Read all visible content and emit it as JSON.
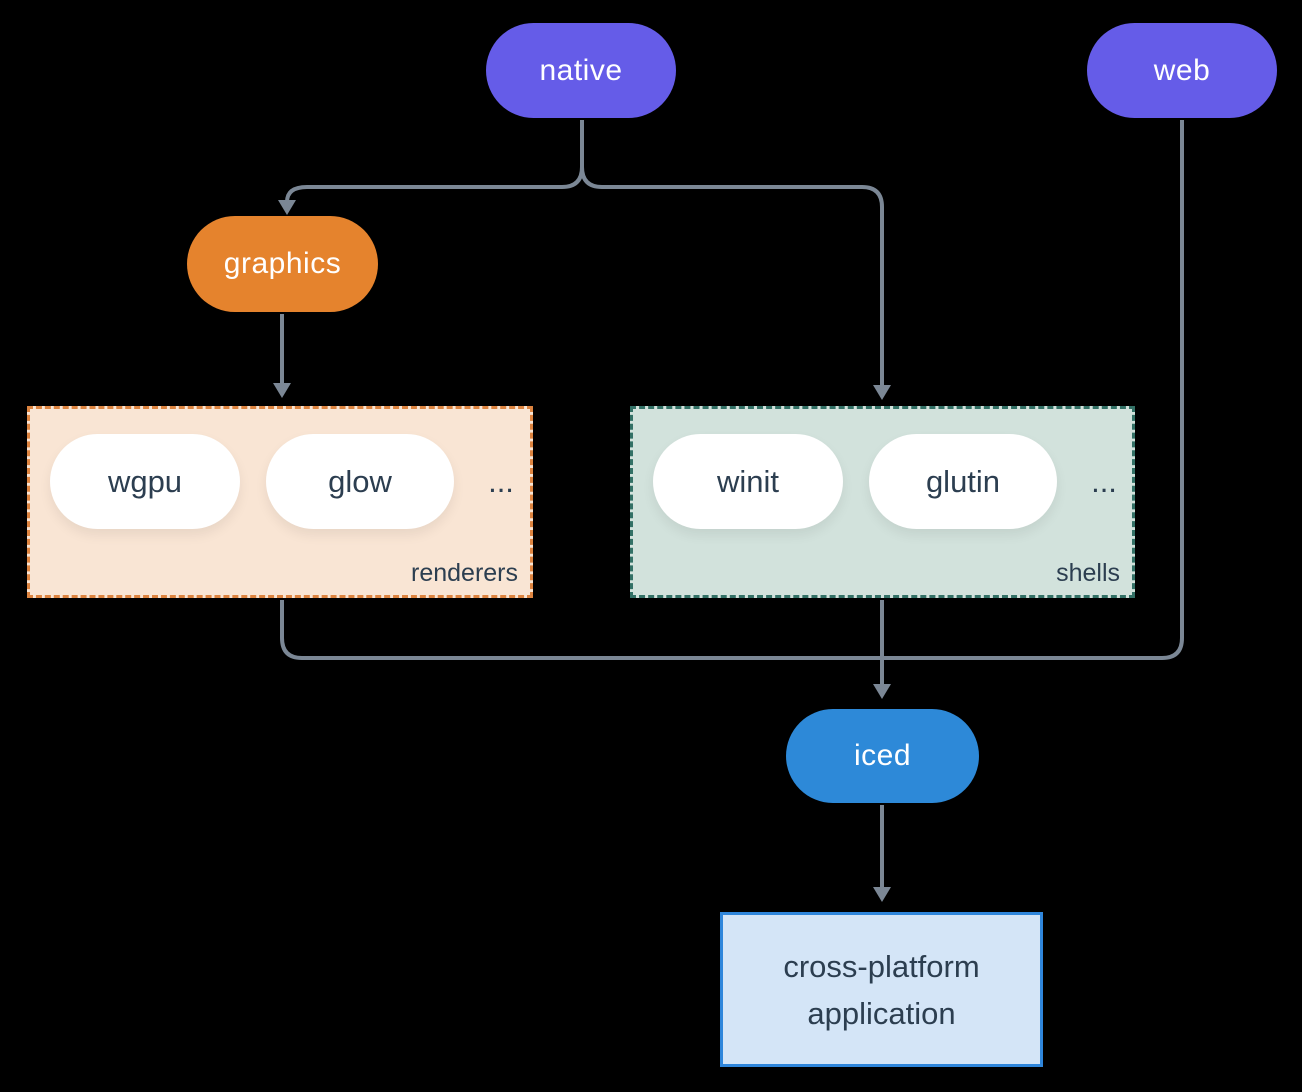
{
  "colors": {
    "background": "#000000",
    "edge": "#7b8795",
    "node_text_light": "#ffffff",
    "node_text_dark": "#2c3e50",
    "native_fill": "#655ce8",
    "web_fill": "#655ce8",
    "graphics_fill": "#e5832d",
    "iced_fill": "#2d89d8",
    "renderers_fill": "#f9e5d4",
    "renderers_border": "#dd8440",
    "shells_fill": "#d2e2dc",
    "shells_border": "#337166",
    "app_fill": "#d4e5f7",
    "app_border": "#2f86db",
    "inner_pill_fill": "#ffffff"
  },
  "nodes": {
    "native": {
      "label": "native"
    },
    "web": {
      "label": "web"
    },
    "graphics": {
      "label": "graphics"
    },
    "iced": {
      "label": "iced"
    },
    "application": {
      "line1": "cross-platform",
      "line2": "application"
    }
  },
  "groups": {
    "renderers": {
      "label": "renderers",
      "items": [
        "wgpu",
        "glow"
      ],
      "more": "..."
    },
    "shells": {
      "label": "shells",
      "items": [
        "winit",
        "glutin"
      ],
      "more": "..."
    }
  }
}
